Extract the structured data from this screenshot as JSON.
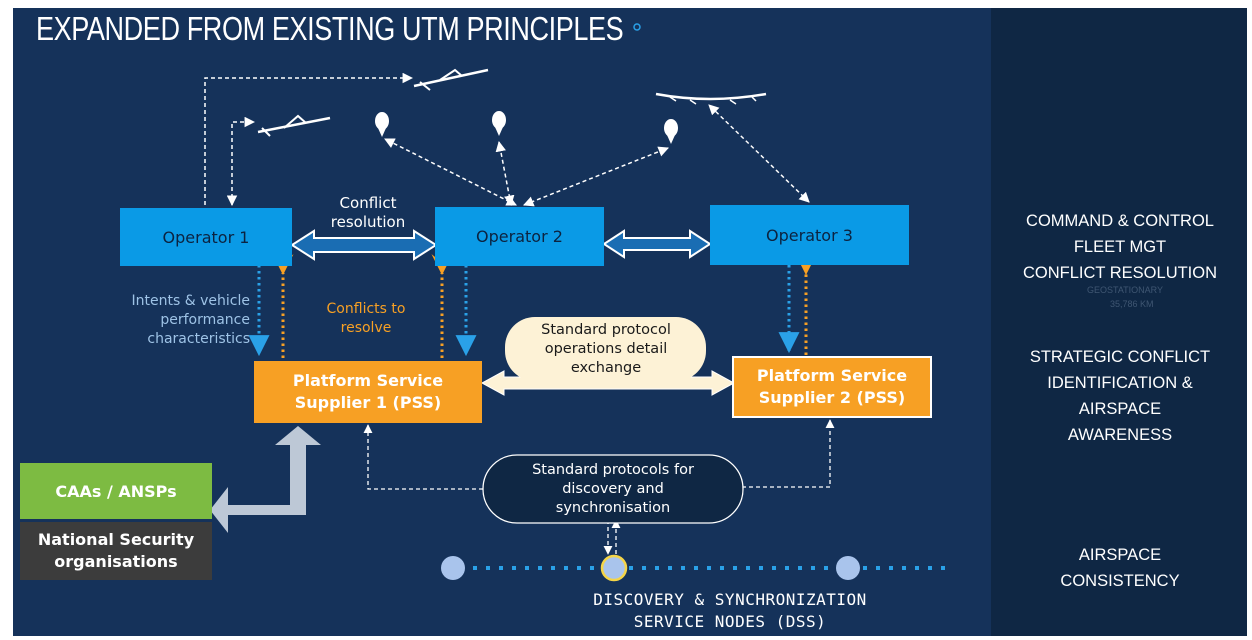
{
  "title": "EXPANDED FROM EXISTING UTM PRINCIPLES",
  "operators": [
    "Operator 1",
    "Operator 2",
    "Operator 3"
  ],
  "conflict_resolution": [
    "Conflict",
    "resolution"
  ],
  "intents": [
    "Intents & vehicle",
    "performance",
    "characteristics"
  ],
  "conflicts_to_resolve": [
    "Conflicts to",
    "resolve"
  ],
  "standard_protocol_exchange": [
    "Standard protocol",
    "operations detail",
    "exchange"
  ],
  "pss": [
    [
      "Platform Service",
      "Supplier 1 (PSS)"
    ],
    [
      "Platform Service",
      "Supplier 2 (PSS)"
    ]
  ],
  "standard_protocols_discovery": [
    "Standard protocols for",
    "discovery and",
    "synchronisation"
  ],
  "caas": "CAAs / ANSPs",
  "national_security": [
    "National Security",
    "organisations"
  ],
  "dss": [
    "DISCOVERY & SYNCHRONIZATION",
    "SERVICE NODES (DSS)"
  ],
  "side_labels": {
    "command": [
      "COMMAND & CONTROL",
      "FLEET MGT",
      "CONFLICT RESOLUTION"
    ],
    "strategic": [
      "STRATEGIC CONFLICT",
      "IDENTIFICATION &",
      "AIRSPACE",
      "AWARENESS"
    ],
    "consistency": [
      "AIRSPACE",
      "CONSISTENCY"
    ]
  },
  "faint_text": [
    "GEOSTATIONARY",
    "35,786 KM"
  ],
  "colors": {
    "background": "#15325a",
    "side_panel": "#0f2744",
    "operator_box": "#0a9ae6",
    "pss_box": "#f7a024",
    "caas_box": "#7dbb42",
    "national_security_box": "#3c3c3c",
    "bubble": "#fdf2d6",
    "blue_label": "#9ec3e6",
    "orange_label": "#f7a024",
    "dss_node": "#a9c4ec"
  }
}
